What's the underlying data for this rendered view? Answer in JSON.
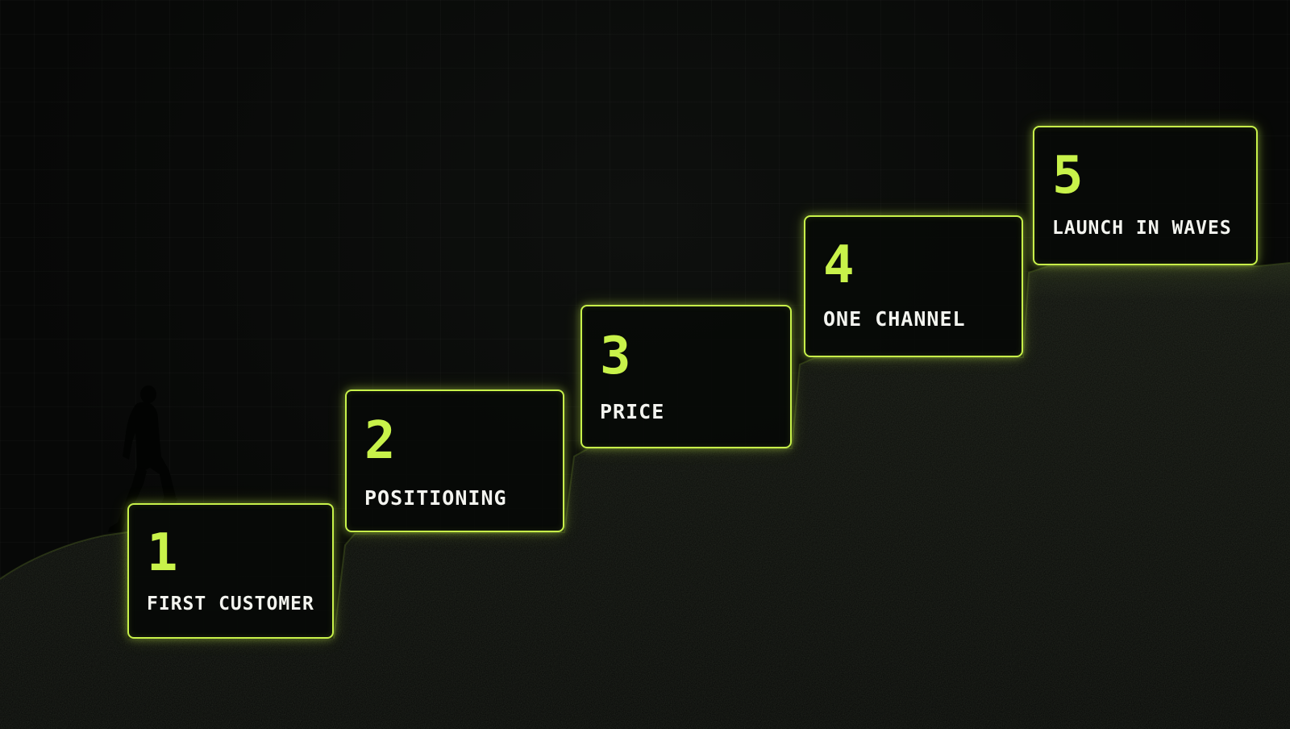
{
  "accent_color": "#c8f24a",
  "label_color": "#f3f4ef",
  "background_color": "#070807",
  "steps": [
    {
      "number": "1",
      "label": "FIRST CUSTOMER"
    },
    {
      "number": "2",
      "label": "POSITIONING"
    },
    {
      "number": "3",
      "label": "PRICE"
    },
    {
      "number": "4",
      "label": "ONE CHANNEL"
    },
    {
      "number": "5",
      "label": "LAUNCH IN WAVES"
    }
  ],
  "illustration": {
    "figure": "person-silhouette-climbing",
    "terrain": "stepped-rock-staircase"
  }
}
